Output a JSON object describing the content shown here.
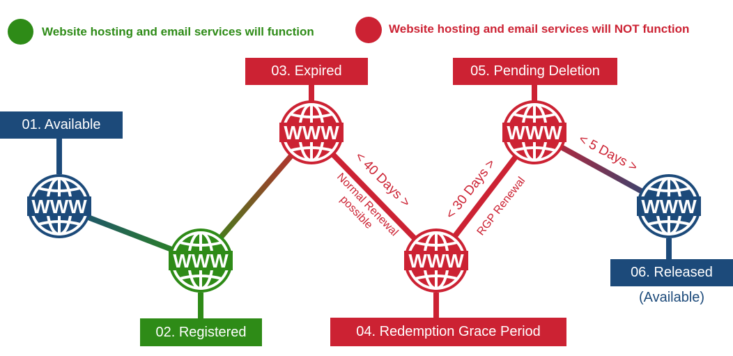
{
  "legend": {
    "functioning": {
      "text": "Website hosting and email services will function",
      "color": "#2e8b17"
    },
    "not_functioning": {
      "text": "Website hosting and email services will NOT function",
      "color": "#cc2233"
    }
  },
  "colors": {
    "blue": "#1c4a7a",
    "green": "#2e8b17",
    "red": "#cc2233"
  },
  "globe_text": "WWW",
  "stages": {
    "available": {
      "label": "01. Available"
    },
    "registered": {
      "label": "02. Registered"
    },
    "expired": {
      "label": "03. Expired"
    },
    "redemption": {
      "label": "04. Redemption Grace Period"
    },
    "pending_deletion": {
      "label": "05. Pending Deletion"
    },
    "released": {
      "label": "06. Released",
      "sublabel": "(Available)"
    }
  },
  "transitions": {
    "expired_to_redemption": {
      "duration": "< 40 Days >",
      "note_line1": "Normal Renewal",
      "note_line2": "possible"
    },
    "redemption_to_pending": {
      "duration": "< 30 Days >",
      "note": "RGP Renewal"
    },
    "pending_to_released": {
      "duration": "< 5 Days >"
    }
  }
}
